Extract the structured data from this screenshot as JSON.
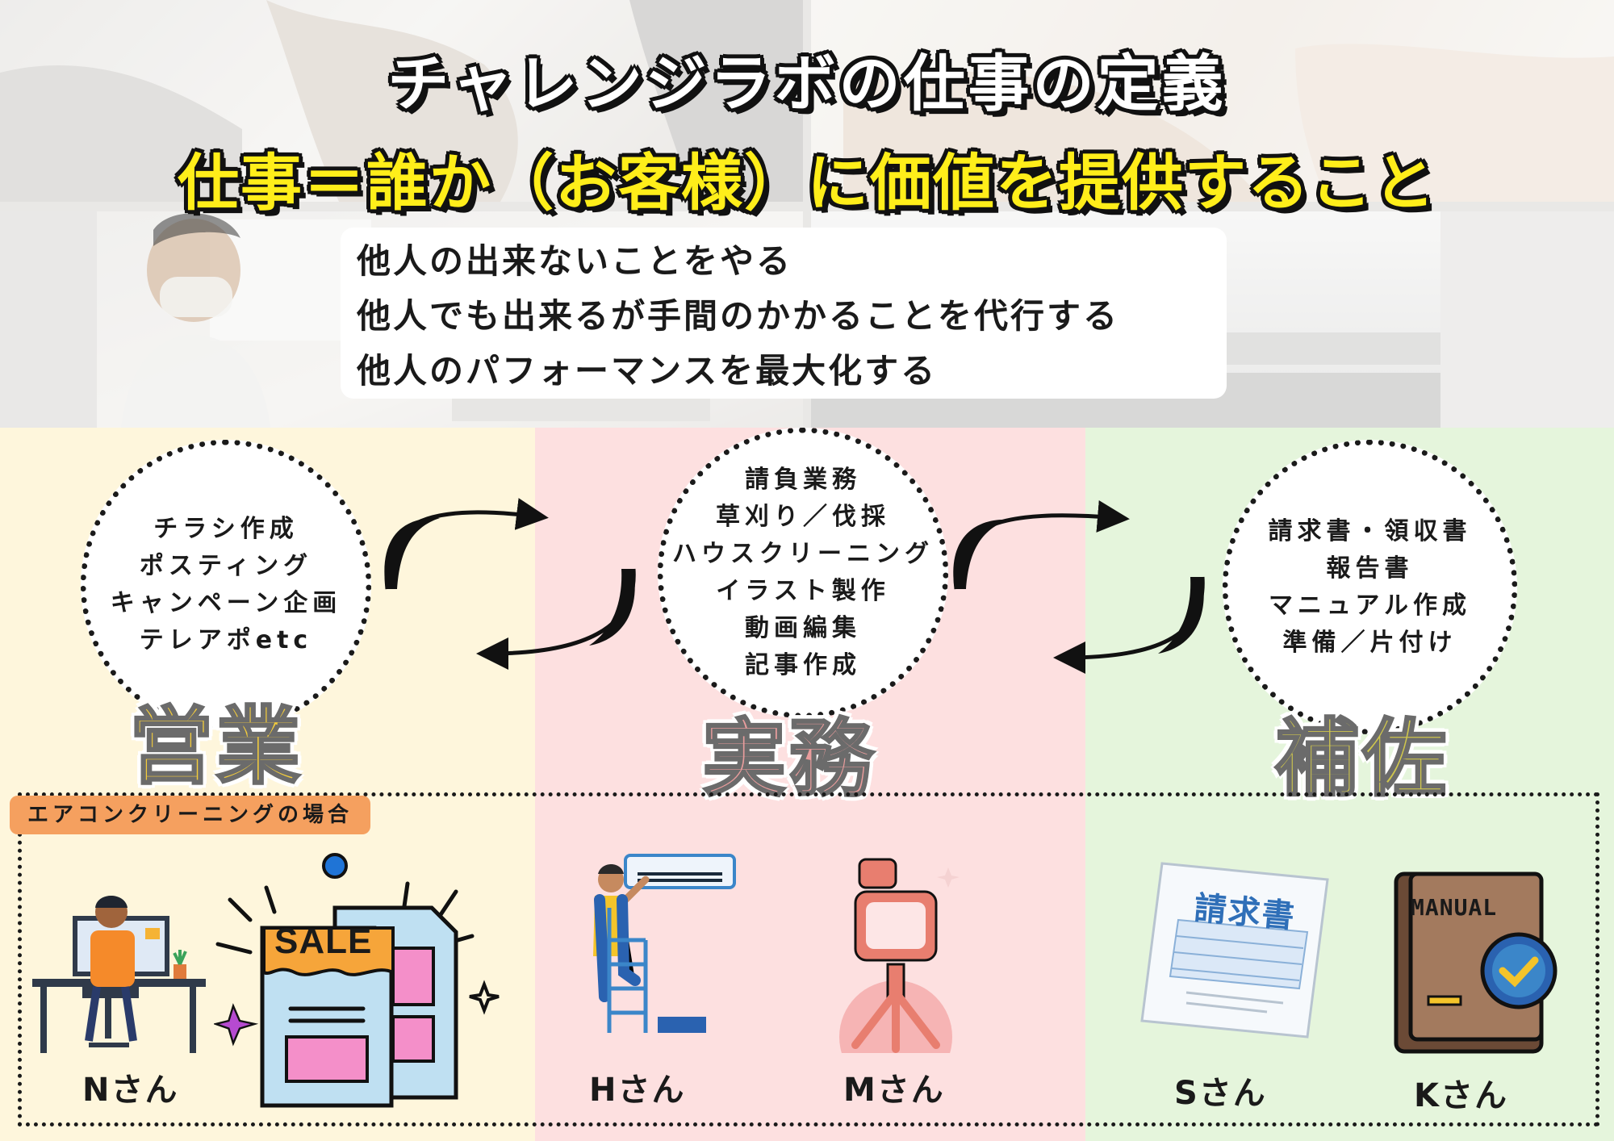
{
  "title": "チャレンジラボの仕事の定義",
  "subtitle": "仕事＝誰か（お客様）に価値を提供すること",
  "definitions": [
    "他人の出来ないことをやる",
    "他人でも出来るが手間のかかることを代行する",
    "他人のパフォーマンスを最大化する"
  ],
  "categories": {
    "sales": {
      "label": "営業",
      "tasks": [
        "チラシ作成",
        "ポスティング",
        "キャンペーン企画",
        "テレアポetc"
      ],
      "color": "#f4cd3c"
    },
    "work": {
      "label": "実務",
      "tasks": [
        "請負業務",
        "草刈り／伐採",
        "ハウスクリーニング",
        "イラスト製作",
        "動画編集",
        "記事作成"
      ],
      "color": "#e89c9c"
    },
    "assist": {
      "label": "補佐",
      "tasks": [
        "請求書・領収書",
        "報告書",
        "マニュアル作成",
        "準備／片付け"
      ],
      "color": "#cfc64d"
    }
  },
  "example": {
    "tag": "エアコンクリーニングの場合",
    "people": [
      "Nさん",
      "Hさん",
      "Mさん",
      "Sさん",
      "Kさん"
    ],
    "sale_sign": "SALE",
    "invoice_heading": "請求書",
    "manual_heading": "MANUAL"
  },
  "colors": {
    "sales_bg": "#fef6dc",
    "work_bg": "#fde0e0",
    "assist_bg": "#e5f5dc",
    "subtitle": "#ffee1a",
    "tag_bg": "#f5a05f"
  }
}
